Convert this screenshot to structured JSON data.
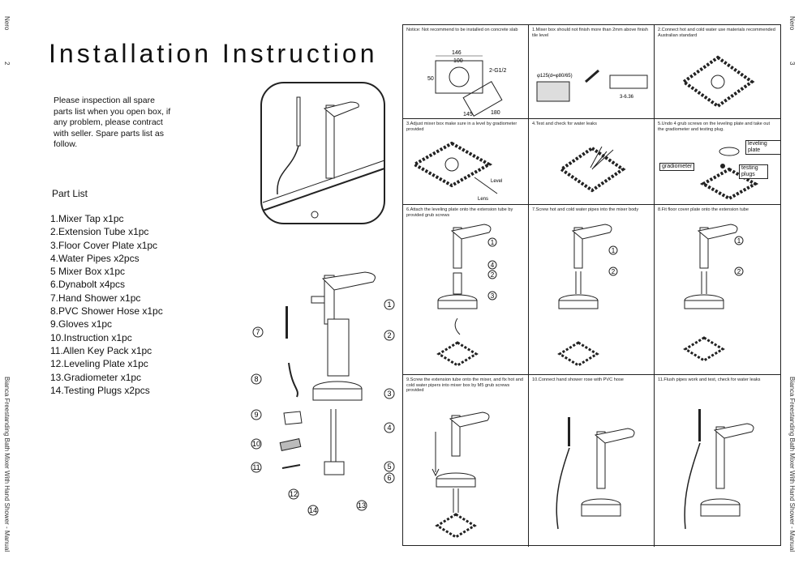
{
  "header": {
    "brand": "Nero",
    "page_left": "2",
    "page_right": "3",
    "side_desc": "Bianca Freestanding Bath Mixer With Hand Shower - Manual"
  },
  "title": "Installation Instruction",
  "intro": "Please inspection all spare parts list when you open box, if any problem, please contract with seller. Spare parts list as follow.",
  "part_list_title": "Part List",
  "parts": [
    "1.Mixer Tap x1pc",
    "2.Extension Tube x1pc",
    "3.Floor Cover Plate x1pc",
    "4.Water Pipes x2pcs",
    "5 Mixer Box x1pc",
    "6.Dynabolt x4pcs",
    "7.Hand Shower x1pc",
    "8.PVC Shower Hose x1pc",
    "9.Gloves x1pc",
    "10.Instruction x1pc",
    "11.Allen Key Pack x1pc",
    "12.Leveling Plate x1pc",
    "13.Gradiometer x1pc",
    "14.Testing Plugs x2pcs"
  ],
  "explode_callouts": [
    "1",
    "2",
    "3",
    "4",
    "5",
    "6",
    "7",
    "8",
    "9",
    "10",
    "11",
    "12",
    "13",
    "14"
  ],
  "steps": [
    {
      "caption": "Notice: Not recommend to be installed on concrete slab",
      "dims": [
        "146",
        "100",
        "50",
        "2-G1/2",
        "145",
        "180"
      ]
    },
    {
      "caption": "1.Mixer box should not finish more than 2mm above finish tile level",
      "dims": [
        "φ125(d=φ80/65)",
        "3-6.36"
      ]
    },
    {
      "caption": "2.Connect hot and cold water use materials recommended Australian standard"
    },
    {
      "caption": "3.Adjust mixer box make sure in a level by gradiometer provided",
      "dims": [
        "Level",
        "Lens"
      ]
    },
    {
      "caption": "4.Test and check for water leaks"
    },
    {
      "caption": "5.Undo 4 grub screws on the leveling plate and take out the gradiometer and testing plug.",
      "labels": [
        "leveling plate",
        "gradiometer",
        "testing plugs"
      ]
    },
    {
      "caption": "6.Attach the leveling plate onto the extension tube by provided grub screws",
      "callouts": [
        "1",
        "4",
        "2",
        "3"
      ]
    },
    {
      "caption": "7.Screw hot and cold water pipes into the mixer body",
      "callouts": [
        "1",
        "2"
      ]
    },
    {
      "caption": "8.Fit floor cover plate onto the extension tube",
      "callouts": [
        "1",
        "2"
      ]
    },
    {
      "caption": "9.Screw the extension tube onto the mixer, and fix hot and cold water pipers into mixer box by M5 grub screws provided"
    },
    {
      "caption": "10.Connect hand shower rose with PVC hose"
    },
    {
      "caption": "11.Flush pipes work and test, check for water leaks"
    }
  ]
}
